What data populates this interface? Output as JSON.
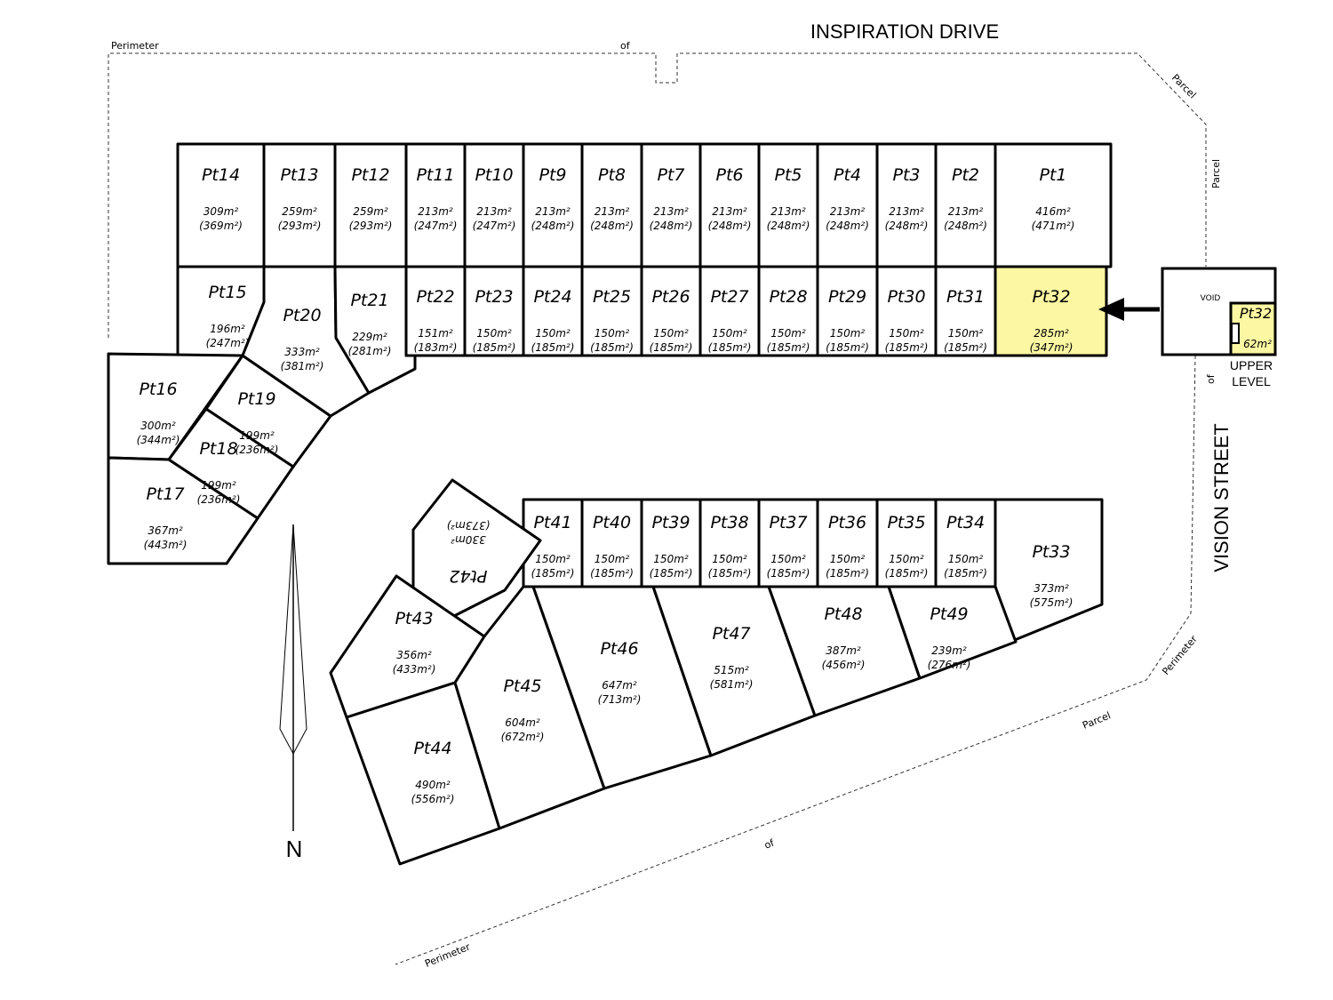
{
  "streets": {
    "north": "INSPIRATION DRIVE",
    "east": "VISION STREET"
  },
  "perimeter_labels": [
    "Perimeter",
    "of",
    "Parcel",
    "Parcel",
    "of",
    "Perimeter",
    "Parcel",
    "of",
    "Perimeter"
  ],
  "upper_level": {
    "void_label": "VOID",
    "lot": "Pt32",
    "area": "62m²",
    "caption_1": "UPPER",
    "caption_2": "LEVEL"
  },
  "compass": {
    "label": "N"
  },
  "highlight_color": "#fbf7a2",
  "lots": [
    {
      "id": "Pt1",
      "area": "416m²",
      "total": "(471m²)"
    },
    {
      "id": "Pt2",
      "area": "213m²",
      "total": "(248m²)"
    },
    {
      "id": "Pt3",
      "area": "213m²",
      "total": "(248m²)"
    },
    {
      "id": "Pt4",
      "area": "213m²",
      "total": "(248m²)"
    },
    {
      "id": "Pt5",
      "area": "213m²",
      "total": "(248m²)"
    },
    {
      "id": "Pt6",
      "area": "213m²",
      "total": "(248m²)"
    },
    {
      "id": "Pt7",
      "area": "213m²",
      "total": "(248m²)"
    },
    {
      "id": "Pt8",
      "area": "213m²",
      "total": "(248m²)"
    },
    {
      "id": "Pt9",
      "area": "213m²",
      "total": "(248m²)"
    },
    {
      "id": "Pt10",
      "area": "213m²",
      "total": "(247m²)"
    },
    {
      "id": "Pt11",
      "area": "213m²",
      "total": "(247m²)"
    },
    {
      "id": "Pt12",
      "area": "259m²",
      "total": "(293m²)"
    },
    {
      "id": "Pt13",
      "area": "259m²",
      "total": "(293m²)"
    },
    {
      "id": "Pt14",
      "area": "309m²",
      "total": "(369m²)"
    },
    {
      "id": "Pt15",
      "area": "196m²",
      "total": "(247m²)"
    },
    {
      "id": "Pt16",
      "area": "300m²",
      "total": "(344m²)"
    },
    {
      "id": "Pt17",
      "area": "367m²",
      "total": "(443m²)"
    },
    {
      "id": "Pt18",
      "area": "199m²",
      "total": "(236m²)"
    },
    {
      "id": "Pt19",
      "area": "199m²",
      "total": "(236m²)"
    },
    {
      "id": "Pt20",
      "area": "333m²",
      "total": "(381m²)"
    },
    {
      "id": "Pt21",
      "area": "229m²",
      "total": "(281m²)"
    },
    {
      "id": "Pt22",
      "area": "151m²",
      "total": "(183m²)"
    },
    {
      "id": "Pt23",
      "area": "150m²",
      "total": "(185m²)"
    },
    {
      "id": "Pt24",
      "area": "150m²",
      "total": "(185m²)"
    },
    {
      "id": "Pt25",
      "area": "150m²",
      "total": "(185m²)"
    },
    {
      "id": "Pt26",
      "area": "150m²",
      "total": "(185m²)"
    },
    {
      "id": "Pt27",
      "area": "150m²",
      "total": "(185m²)"
    },
    {
      "id": "Pt28",
      "area": "150m²",
      "total": "(185m²)"
    },
    {
      "id": "Pt29",
      "area": "150m²",
      "total": "(185m²)"
    },
    {
      "id": "Pt30",
      "area": "150m²",
      "total": "(185m²)"
    },
    {
      "id": "Pt31",
      "area": "150m²",
      "total": "(185m²)"
    },
    {
      "id": "Pt32",
      "area": "285m²",
      "total": "(347m²)",
      "highlighted": true
    },
    {
      "id": "Pt33",
      "area": "373m²",
      "total": "(575m²)"
    },
    {
      "id": "Pt34",
      "area": "150m²",
      "total": "(185m²)"
    },
    {
      "id": "Pt35",
      "area": "150m²",
      "total": "(185m²)"
    },
    {
      "id": "Pt36",
      "area": "150m²",
      "total": "(185m²)"
    },
    {
      "id": "Pt37",
      "area": "150m²",
      "total": "(185m²)"
    },
    {
      "id": "Pt38",
      "area": "150m²",
      "total": "(185m²)"
    },
    {
      "id": "Pt39",
      "area": "150m²",
      "total": "(185m²)"
    },
    {
      "id": "Pt40",
      "area": "150m²",
      "total": "(185m²)"
    },
    {
      "id": "Pt41",
      "area": "150m²",
      "total": "(185m²)"
    },
    {
      "id": "Pt42",
      "area": "330m²",
      "total": "(373m²)"
    },
    {
      "id": "Pt43",
      "area": "356m²",
      "total": "(433m²)"
    },
    {
      "id": "Pt44",
      "area": "490m²",
      "total": "(556m²)"
    },
    {
      "id": "Pt45",
      "area": "604m²",
      "total": "(672m²)"
    },
    {
      "id": "Pt46",
      "area": "647m²",
      "total": "(713m²)"
    },
    {
      "id": "Pt47",
      "area": "515m²",
      "total": "(581m²)"
    },
    {
      "id": "Pt48",
      "area": "387m²",
      "total": "(456m²)"
    },
    {
      "id": "Pt49",
      "area": "239m²",
      "total": "(276m²)"
    }
  ]
}
